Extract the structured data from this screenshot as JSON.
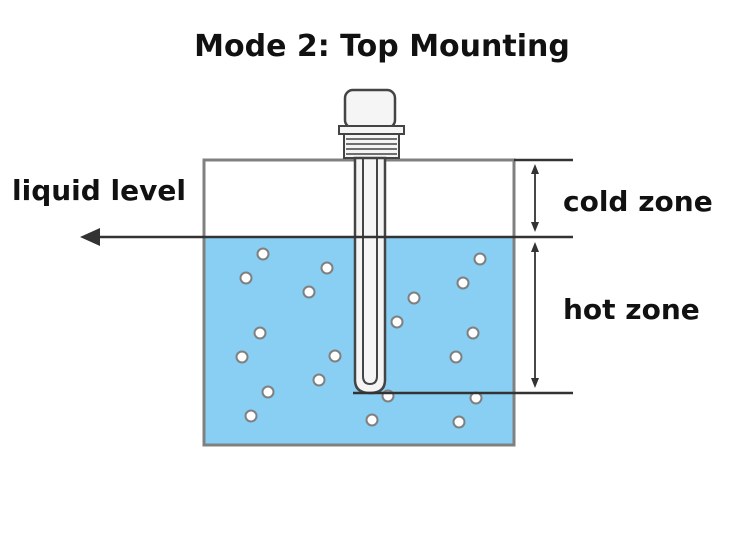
{
  "title": "Mode 2: Top Mounting",
  "labels": {
    "liquid_level": "liquid level",
    "cold_zone": "cold zone",
    "hot_zone": "hot zone"
  },
  "colors": {
    "water": "#88cff3",
    "tank_stroke": "#808080",
    "line": "#333333",
    "heater_fill": "#f5f5f5",
    "bubble_fill": "#ffffff",
    "bubble_stroke": "#808080"
  },
  "icons": {
    "heater": "immersion-heater-icon",
    "bubble": "bubble-icon",
    "arrow": "arrow-left-icon"
  }
}
